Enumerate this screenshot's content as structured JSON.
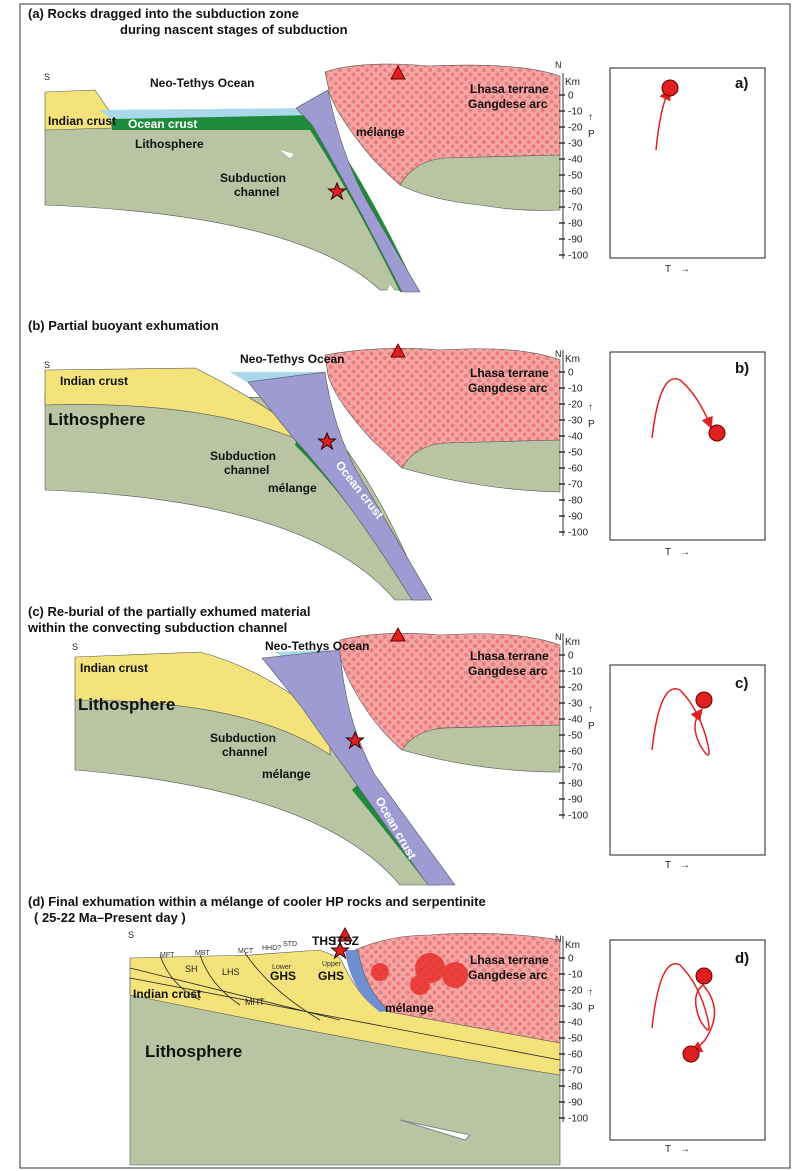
{
  "colors": {
    "indian_crust": "#f3e37a",
    "lithosphere": "#b8c4a2",
    "ocean": "#a8d8ea",
    "ocean_crust": "#1e8a3c",
    "melange": "#9e9bd2",
    "lhasa": "#f4a8a6",
    "lhasa_dot": "#ec8080",
    "red": "#e02020"
  },
  "depth_scale": {
    "unit": "Km",
    "ticks": [
      "0",
      "-10",
      "-20",
      "-30",
      "-40",
      "-50",
      "-60",
      "-70",
      "-80",
      "-90",
      "-100"
    ]
  },
  "panels": [
    {
      "title_line1": "(a)  Rocks dragged into the subduction zone",
      "title_line2": "during nascent stages of subduction",
      "south": "S",
      "north": "N",
      "labels": {
        "ocean": "Neo-Tethys Ocean",
        "indian_crust": "Indian crust",
        "ocean_crust": "Ocean crust",
        "lithosphere": "Lithosphere",
        "channel_1": "Subduction",
        "channel_2": "channel",
        "melange": "mélange",
        "lhasa_1": "Lhasa terrane",
        "lhasa_2": "Gangdese arc"
      },
      "inset": {
        "label": "a)",
        "p": "P",
        "t": "T"
      }
    },
    {
      "title_line1": "(b)  Partial buoyant exhumation",
      "south": "S",
      "north": "N",
      "labels": {
        "ocean": "Neo-Tethys Ocean",
        "indian_crust": "Indian crust",
        "ocean_crust": "Ocean crust",
        "lithosphere": "Lithosphere",
        "channel_1": "Subduction",
        "channel_2": "channel",
        "melange": "mélange",
        "lhasa_1": "Lhasa terrane",
        "lhasa_2": "Gangdese arc"
      },
      "inset": {
        "label": "b)",
        "p": "P",
        "t": "T"
      }
    },
    {
      "title_line1": "(c)  Re-burial of the partially exhumed material",
      "title_line2": "within the convecting subduction channel",
      "south": "S",
      "north": "N",
      "labels": {
        "ocean": "Neo-Tethys Ocean",
        "indian_crust": "Indian crust",
        "ocean_crust": "Ocean crust",
        "lithosphere": "Lithosphere",
        "channel_1": "Subduction",
        "channel_2": "channel",
        "melange": "mélange",
        "lhasa_1": "Lhasa terrane",
        "lhasa_2": "Gangdese arc"
      },
      "inset": {
        "label": "c)",
        "p": "P",
        "t": "T"
      }
    },
    {
      "title_line1": "(d)  Final exhumation within a mélange of cooler HP rocks and serpentinite",
      "title_line2": "( 25-22 Ma–Present day )",
      "south": "S",
      "north": "N",
      "labels": {
        "indian_crust": "Indian crust",
        "lithosphere": "Lithosphere",
        "melange": "mélange",
        "lhasa_1": "Lhasa terrane",
        "lhasa_2": "Gangdese arc",
        "mft": "MFT",
        "mbt": "MBT",
        "mct": "MCT",
        "hhd": "HHD?",
        "std": "STD",
        "ths": "THS",
        "itsz": "ITSZ",
        "sh": "SH",
        "lhs": "LHS",
        "lower": "Lower",
        "ghs_lower": "GHS",
        "upper": "Upper",
        "ghs_upper": "GHS",
        "mht": "MHT"
      },
      "inset": {
        "label": "d)",
        "p": "P",
        "t": "T"
      }
    }
  ]
}
